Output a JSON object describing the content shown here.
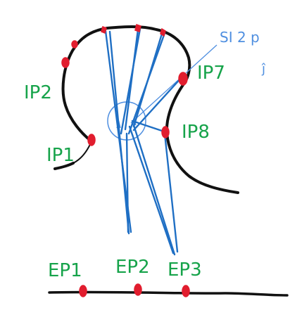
{
  "labels": {
    "ip1": "IP1",
    "ip2": "IP2",
    "ip7": "IP7",
    "ip8": "IP8",
    "ep1": "EP1",
    "ep2": "EP2",
    "ep3": "EP3",
    "top_annotation": "SI 2 p",
    "side_annotation": "ĵ"
  },
  "colors": {
    "ink": "#111111",
    "ip_label": "#16a34a",
    "ep_label": "#16a34a",
    "electrode": "#e11d2e",
    "beam": "#1f6fc4",
    "annotation": "#4f8fe0"
  }
}
